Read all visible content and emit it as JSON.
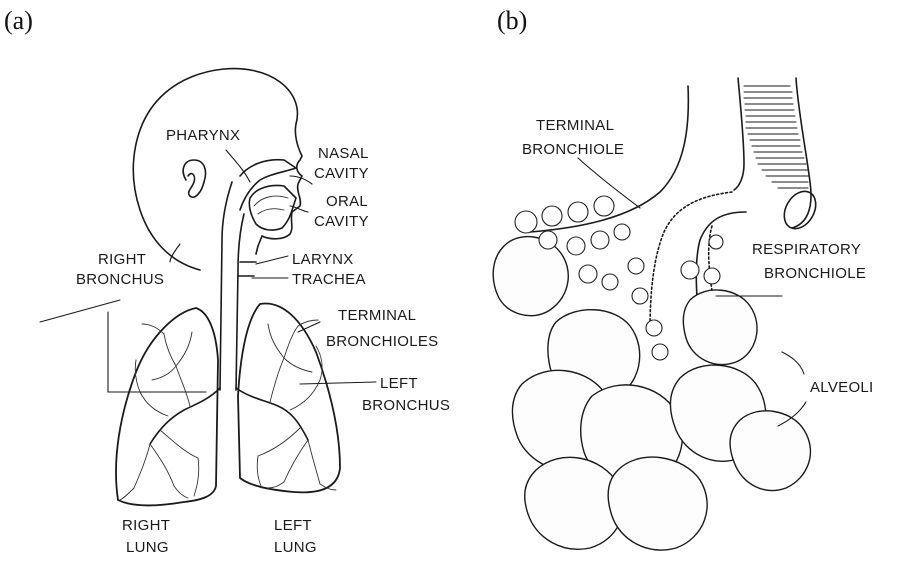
{
  "panel_a": {
    "tag": "(a)",
    "labels": {
      "pharynx": "PHARYNX",
      "nasal_1": "NASAL",
      "nasal_2": "CAVITY",
      "oral_1": "ORAL",
      "oral_2": "CAVITY",
      "right_bronchus_1": "RIGHT",
      "right_bronchus_2": "BRONCHUS",
      "larynx": "LARYNX",
      "trachea": "TRACHEA",
      "terminal_1": "TERMINAL",
      "terminal_2": "BRONCHIOLES",
      "left_bronchus_1": "LEFT",
      "left_bronchus_2": "BRONCHUS",
      "right_lung_1": "RIGHT",
      "right_lung_2": "LUNG",
      "left_lung_1": "LEFT",
      "left_lung_2": "LUNG"
    }
  },
  "panel_b": {
    "tag": "(b)",
    "labels": {
      "terminal_1": "TERMINAL",
      "terminal_2": "BRONCHIOLE",
      "respiratory_1": "RESPIRATORY",
      "respiratory_2": "BRONCHIOLE",
      "alveoli": "ALVEOLI"
    }
  }
}
